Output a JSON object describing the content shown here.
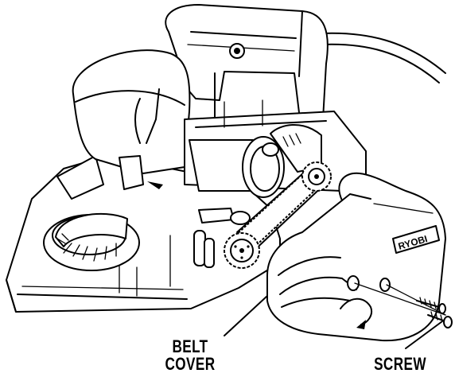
{
  "labels": {
    "belt_cover_line1": "BELT",
    "belt_cover_line2": "COVER",
    "screw": "SCREW"
  },
  "brand_mark": "RYOBI",
  "colors": {
    "ink": "#000000",
    "paper": "#ffffff"
  }
}
